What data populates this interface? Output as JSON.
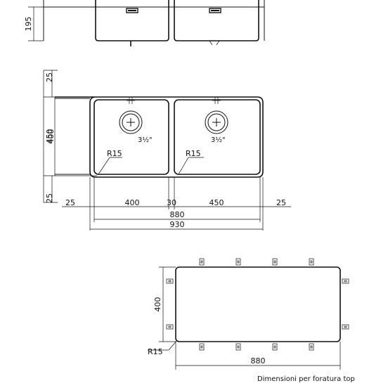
{
  "front_view": {
    "height_label": "195"
  },
  "plan_view": {
    "left_labels": {
      "top_margin": "25",
      "overall": "450",
      "inner": "400",
      "bottom_margin": "25"
    },
    "drain_labels": [
      "3½\"",
      "3½\""
    ],
    "radius_labels": [
      "R15",
      "R15"
    ],
    "bottom_labels": {
      "left_margin": "25",
      "bowl_left": "400",
      "divider": "30",
      "bowl_right": "450",
      "right_margin": "25",
      "inner_total": "880",
      "overall_total": "930"
    }
  },
  "cutout": {
    "height_label": "400",
    "width_label": "880",
    "radius_label": "R15",
    "caption": "Dimensioni per foratura top"
  }
}
